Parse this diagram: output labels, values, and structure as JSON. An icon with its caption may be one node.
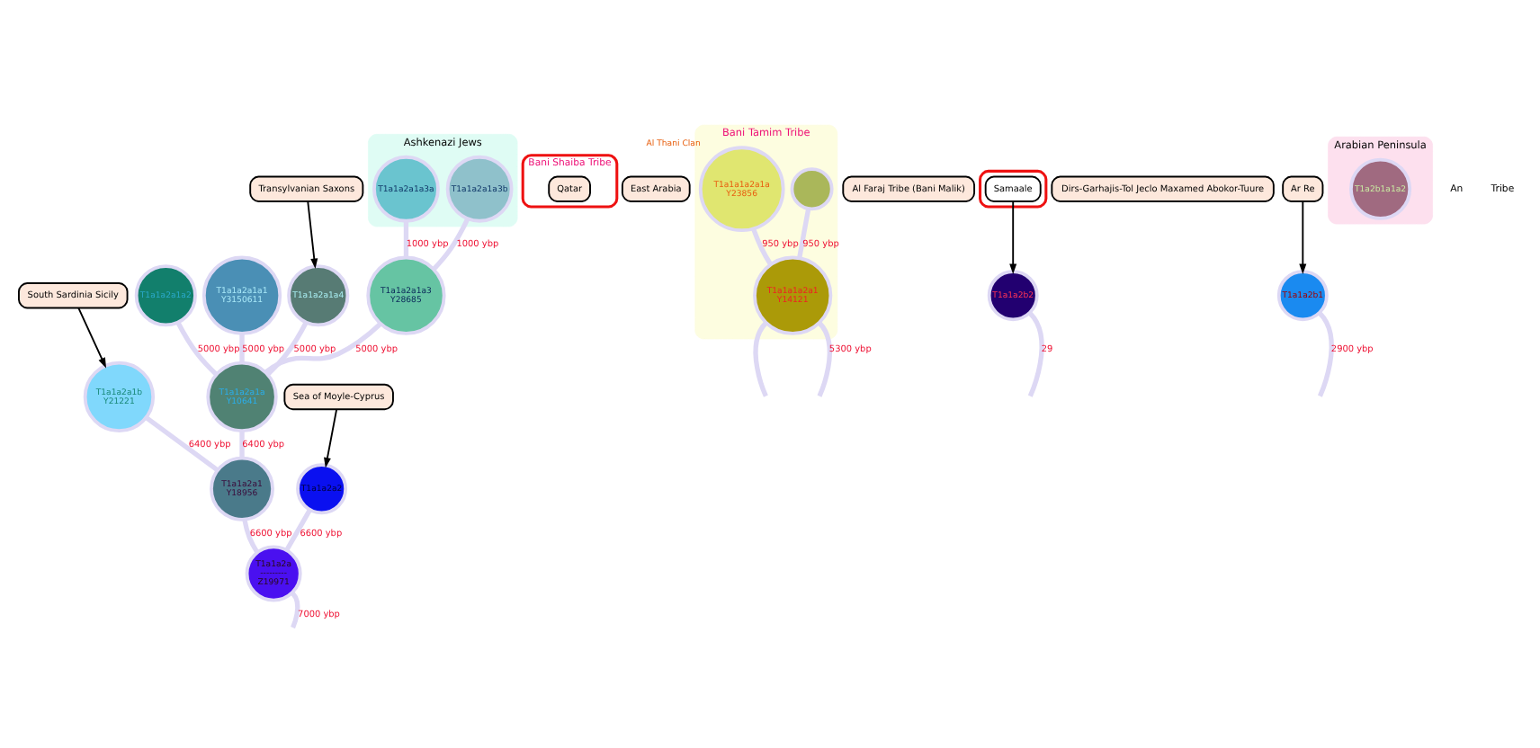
{
  "diagram": {
    "nodes": [
      {
        "text": [
          "Ashkenazi Jews"
        ]
      },
      {
        "text": [
          "T1a1a2a1a3a"
        ],
        "in": 0
      },
      {
        "text": [
          "T1a1a2a1a3b"
        ],
        "in": 0
      },
      {
        "text": [
          "T1a1a2a1a3",
          "Y28685"
        ]
      },
      {
        "text": [
          "Bani Shaiba Tribe"
        ]
      },
      {
        "text": [
          "Qatar"
        ],
        "in": 4
      },
      {
        "text": [
          "East Arabia"
        ]
      },
      {
        "text": [
          "T1a1a2a1a2"
        ]
      },
      {
        "text": [
          "T1a1a2a1a1",
          "Y3150611"
        ]
      },
      {
        "text": [
          "Transylvanian Saxons"
        ]
      },
      {
        "text": [
          "T1a1a2a1a4"
        ]
      },
      {
        "text": [
          "T1a1a2a1a",
          "Y10641"
        ]
      },
      {
        "text": [
          "Bani Tamim Tribe"
        ]
      },
      {
        "text": [],
        "shape": "circle",
        "in": 12
      },
      {
        "text": [
          "T1a1a1a2a1a",
          "Y23856"
        ],
        "in": 12,
        "beside": [
          "Al Thani Clan"
        ]
      },
      {
        "text": [
          "T1a1a1a2a1",
          "Y14121"
        ],
        "in": 12
      },
      {
        "text": [
          "Al Faraj Tribe (Bani Malik)"
        ]
      },
      {
        "text": [],
        "shape": "outline"
      },
      {
        "text": [
          "Dirs-Garhajis-Tol Jeclo Maxamed Abokor-Tuure"
        ]
      },
      {
        "text": [
          "Samaale"
        ],
        "in": 17
      },
      {
        "text": [
          "South Sardinia Sicily"
        ]
      },
      {
        "text": [
          "Sea of Moyle-Cyprus"
        ]
      },
      {
        "text": [
          "T1a1a2a1b",
          "Y21221"
        ]
      },
      {
        "text": [
          "T1a1a2a2"
        ]
      },
      {
        "text": [
          "T1a1a2b2"
        ]
      },
      {
        "text": [
          "T1a1a2b1"
        ]
      },
      {
        "text": [
          "Ar Re"
        ]
      },
      {
        "text": [
          "T1a1a2a1",
          "Y18956"
        ]
      },
      {
        "text": [
          "T1a1a2a",
          "---------",
          "Z19971"
        ]
      },
      {
        "text": [
          "Arabian Peninsula"
        ]
      },
      {
        "text": [
          "T1a2b1a1a2"
        ],
        "in": 29
      }
    ],
    "edges": [
      {
        "from": null,
        "to": 15,
        "arrow": "none"
      },
      {
        "from": 13,
        "to": 15,
        "label": "950 ybp",
        "arrow": "none"
      },
      {
        "from": 14,
        "to": 15,
        "label": "950 ybp",
        "arrow": "none"
      },
      {
        "from": 15,
        "to": null,
        "label": "5300 ybp",
        "arrow": "none"
      },
      {
        "from": 1,
        "to": 3,
        "label": "1000 ybp",
        "arrow": "none"
      },
      {
        "from": 2,
        "to": 3,
        "label": "1000 ybp",
        "arrow": "none"
      },
      {
        "from": 7,
        "to": 11,
        "label": "5000 ybp",
        "arrow": "none"
      },
      {
        "from": 8,
        "to": 11,
        "label": "5000 ybp",
        "arrow": "none"
      },
      {
        "from": 3,
        "to": 11,
        "label": "5000 ybp",
        "arrow": "none"
      },
      {
        "from": 10,
        "to": 11,
        "label": "5000 ybp",
        "arrow": "none"
      },
      {
        "from": 9,
        "to": 10,
        "arrow": "to",
        "color": "#000000"
      },
      {
        "from": 20,
        "to": 22,
        "arrow": "to",
        "color": "#000000"
      },
      {
        "from": 21,
        "to": 23,
        "arrow": "to",
        "color": "#000000"
      },
      {
        "from": 19,
        "to": 24,
        "arrow": "to",
        "color": "#000000"
      },
      {
        "from": 26,
        "to": 25,
        "arrow": "to",
        "color": "#000000"
      },
      {
        "from": 11,
        "to": 27,
        "label": "6400 ybp",
        "arrow": "none"
      },
      {
        "from": 22,
        "to": 27,
        "label": "6400 ybp",
        "arrow": "none"
      },
      {
        "from": 27,
        "to": 28,
        "label": "6600 ybp",
        "arrow": "none"
      },
      {
        "from": 23,
        "to": 28,
        "label": "6600 ybp",
        "arrow": "none"
      },
      {
        "from": 24,
        "to": null,
        "label": "29",
        "arrow": "none"
      },
      {
        "from": 25,
        "to": null,
        "label": "2900 ybp",
        "arrow": "none"
      },
      {
        "from": 28,
        "to": null,
        "label": "7000 ybp",
        "arrow": "none"
      }
    ],
    "labels": [
      "An",
      "Tribe"
    ]
  }
}
